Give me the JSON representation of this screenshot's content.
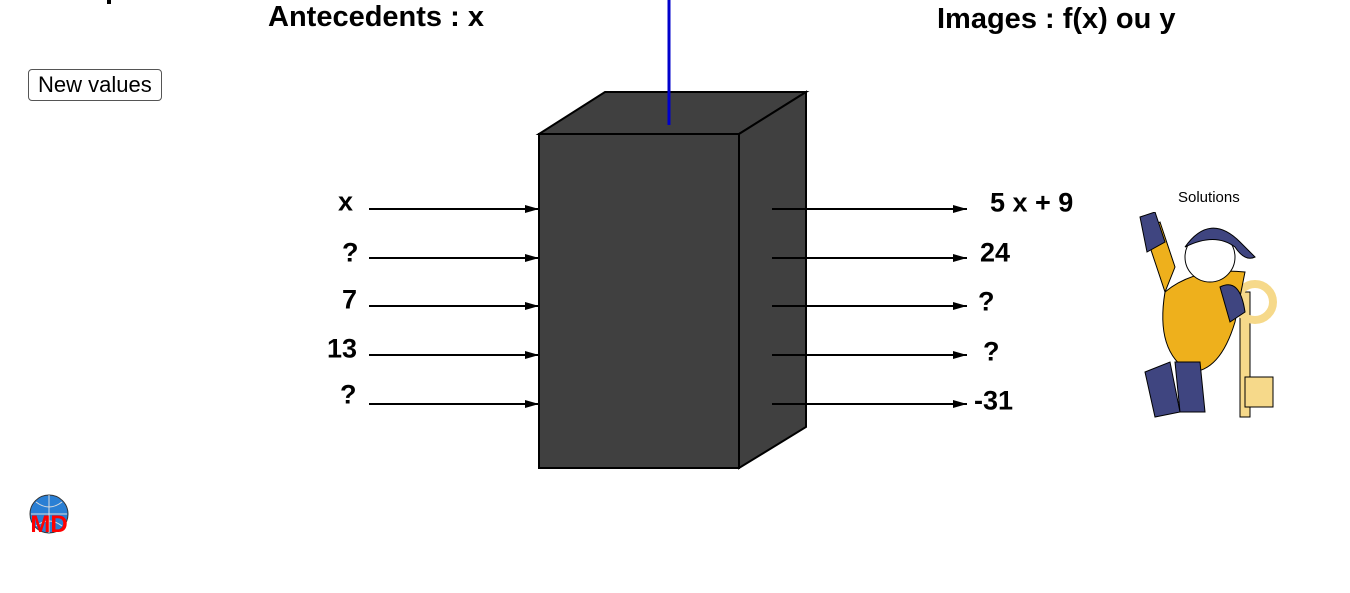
{
  "headers": {
    "antecedents": "Antecedents : x",
    "images": "Images : f(x) ou y"
  },
  "toolbar": {
    "new_values_label": "New values"
  },
  "inputs": [
    "x",
    "?",
    "7",
    "13",
    "?"
  ],
  "outputs": [
    "5 x + 9",
    "24",
    "?",
    "?",
    "-31"
  ],
  "solutions": {
    "label": "Solutions",
    "icon": "elf-with-key-icon"
  },
  "logo": {
    "text": "MD",
    "icon": "globe-logo-icon"
  },
  "colors": {
    "box": "#404040",
    "pointer_line": "#0000cc",
    "logo_text": "#ff0000",
    "globe": "#2a7fd4"
  }
}
